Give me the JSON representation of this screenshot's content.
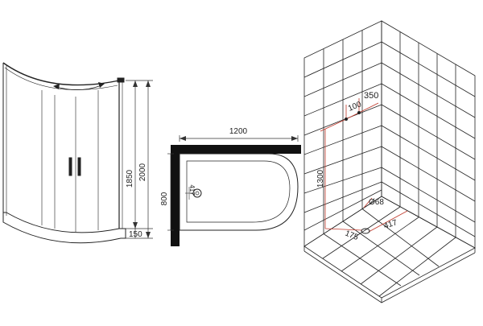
{
  "colors": {
    "line": "#222222",
    "dimension": "#333333",
    "accent": "#c0392b",
    "wall": "#111111"
  },
  "front_view": {
    "height_total": "2000",
    "height_panel": "1850",
    "height_tray": "150"
  },
  "top_view": {
    "width": "1200",
    "depth": "800",
    "drain_offset": "417"
  },
  "installation_view": {
    "pipe_spacing": "100",
    "pipe_offset": "350",
    "pipe_height": "1300",
    "drain_diameter": "Ø68",
    "drain_x": "175",
    "drain_y": "417"
  }
}
